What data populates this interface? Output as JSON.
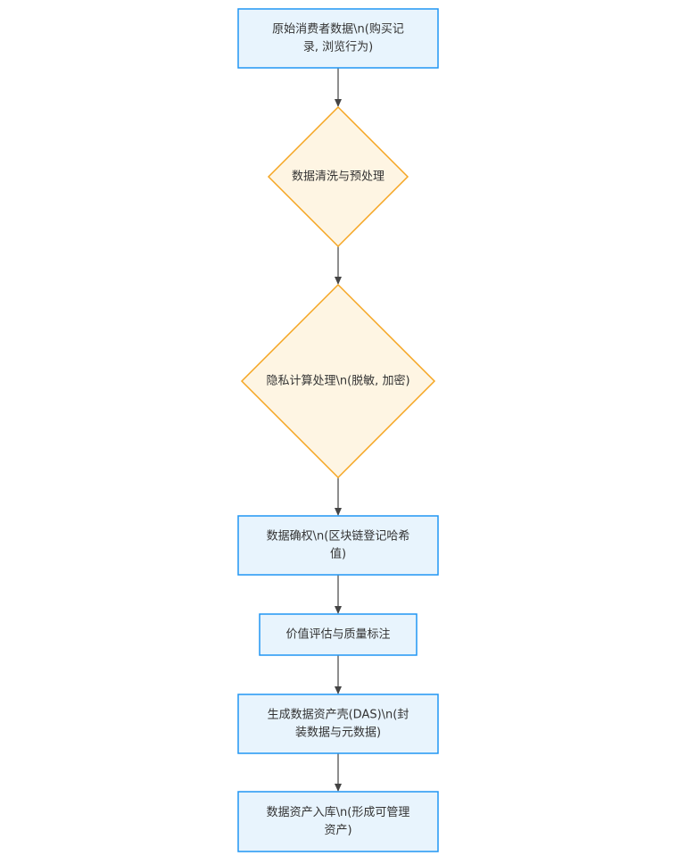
{
  "flowchart": {
    "nodes": [
      {
        "id": "n1",
        "shape": "rect",
        "lines": [
          "原始消费者数据\\n(购买记",
          "录, 浏览行为)"
        ]
      },
      {
        "id": "n2",
        "shape": "diamond",
        "lines": [
          "数据清洗与预处理"
        ]
      },
      {
        "id": "n3",
        "shape": "diamond",
        "lines": [
          "隐私计算处理\\n(脱敏, 加密)"
        ]
      },
      {
        "id": "n4",
        "shape": "rect",
        "lines": [
          "数据确权\\n(区块链登记哈希",
          "值)"
        ]
      },
      {
        "id": "n5",
        "shape": "rect",
        "lines": [
          "价值评估与质量标注"
        ]
      },
      {
        "id": "n6",
        "shape": "rect",
        "lines": [
          "生成数据资产壳(DAS)\\n(封",
          "装数据与元数据)"
        ]
      },
      {
        "id": "n7",
        "shape": "rect",
        "lines": [
          "数据资产入库\\n(形成可管理",
          "资产)"
        ]
      }
    ],
    "edges": [
      {
        "from": "n1",
        "to": "n2"
      },
      {
        "from": "n2",
        "to": "n3"
      },
      {
        "from": "n3",
        "to": "n4"
      },
      {
        "from": "n4",
        "to": "n5"
      },
      {
        "from": "n5",
        "to": "n6"
      },
      {
        "from": "n6",
        "to": "n7"
      }
    ],
    "colors": {
      "rect_fill": "#e8f4fd",
      "rect_stroke": "#2196f3",
      "diamond_fill": "#fef5e3",
      "diamond_stroke": "#f5a623",
      "edge": "#444444",
      "text": "#333333"
    }
  }
}
